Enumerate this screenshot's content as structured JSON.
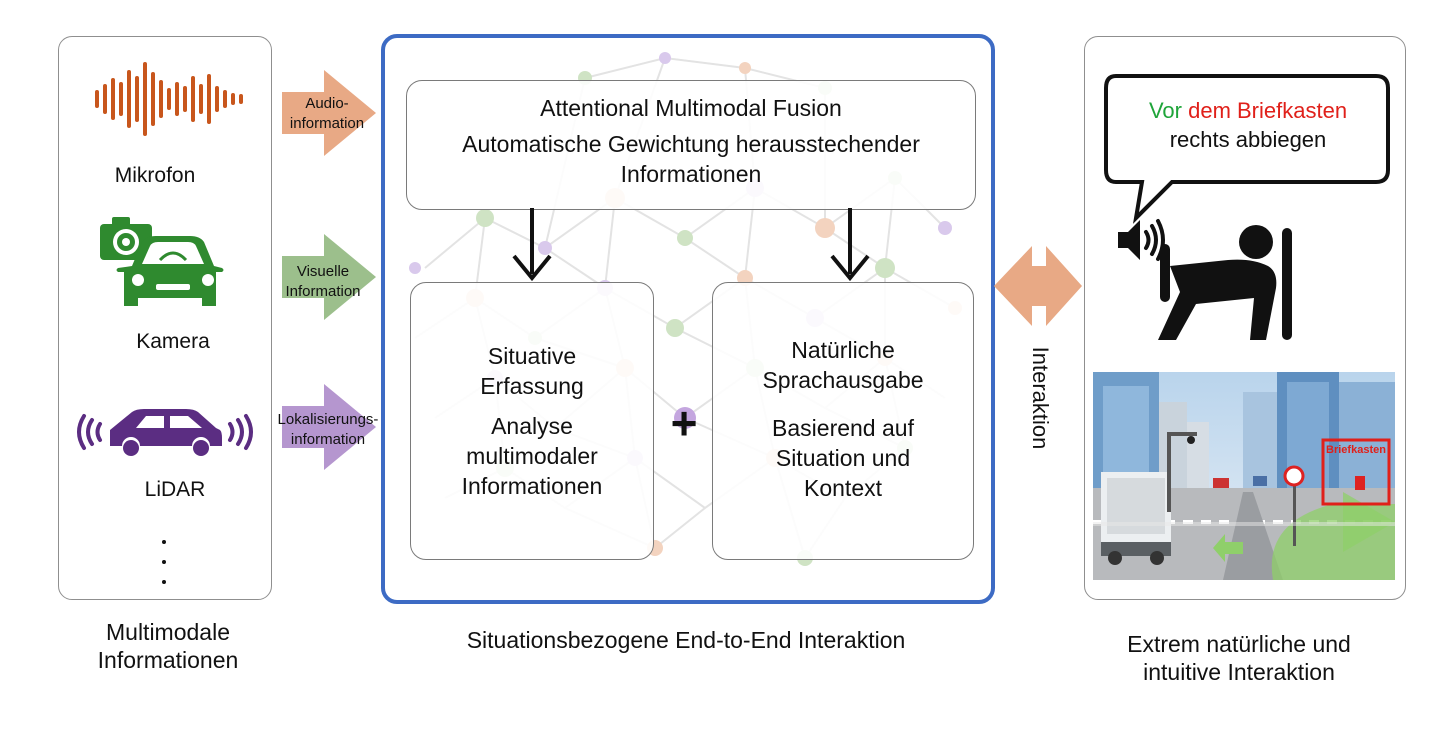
{
  "left": {
    "sensors": [
      {
        "label": "Mikrofon",
        "icon": "waveform-icon"
      },
      {
        "label": "Kamera",
        "icon": "camera-car-icon"
      },
      {
        "label": "LiDAR",
        "icon": "lidar-car-icon"
      }
    ],
    "caption": "Multimodale\nInformationen"
  },
  "arrows": [
    {
      "label": "Audio-\ninformation",
      "color": "#e8a985"
    },
    {
      "label": "Visuelle\nInformation",
      "color": "#9cbf8c"
    },
    {
      "label": "Lokalisierungs-\ninformation",
      "color": "#b596cf"
    }
  ],
  "center": {
    "fusion_title": "Attentional Multimodal Fusion",
    "fusion_text": "Automatische Gewichtung herausstechender Informationen",
    "situative_title": "Situative\nErfassung",
    "situative_text": "Analyse\nmultimodaler\nInformationen",
    "plus": "+",
    "speech_title": "Natürliche\nSprachausgabe",
    "speech_text": "Basierend auf\nSituation und\nKontext",
    "caption": "Situationsbezogene End-to-End Interaktion",
    "border_color": "#3d6bc4"
  },
  "interaction": {
    "label": "Interaktion",
    "color": "#e8a985"
  },
  "right": {
    "speech_part1": "Vor",
    "speech_part2": "dem Briefkasten",
    "speech_line2": "rechts abbiegen",
    "speech_color1": "#1fa53a",
    "speech_color2": "#e0201a",
    "sign_label": "Briefkasten",
    "caption": "Extrem natürliche und\nintuitive Interaktion"
  },
  "colors": {
    "mic": "#c8561c",
    "camera": "#2f8a2f",
    "lidar": "#5b2d82"
  }
}
